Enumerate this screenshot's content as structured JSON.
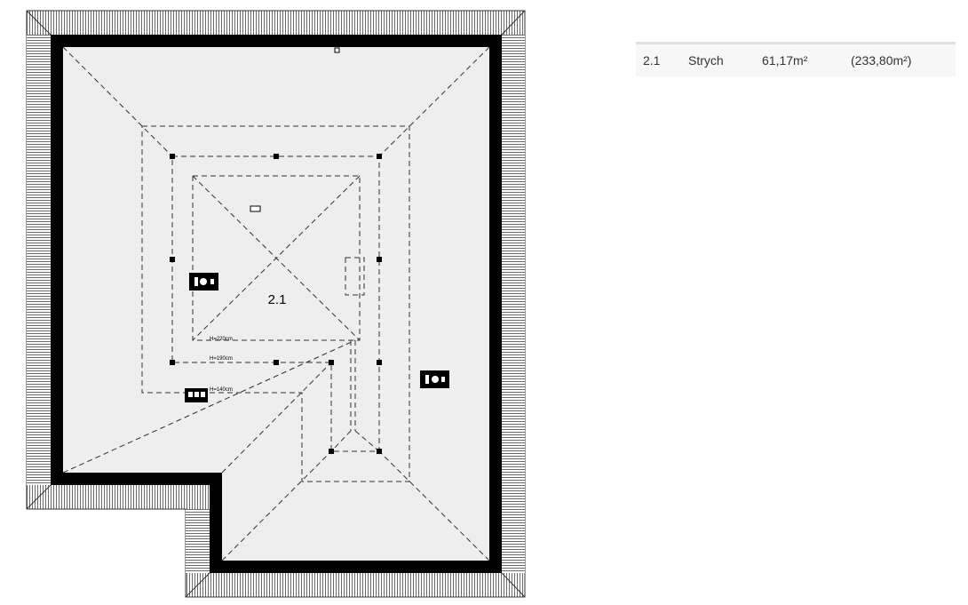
{
  "plan": {
    "room_number": "2.1",
    "heights": [
      "H=220cm",
      "H=190cm",
      "H=140cm"
    ]
  },
  "rooms": [
    {
      "number": "2.1",
      "name": "Strych",
      "area": "61,17m²",
      "total": "(233,80m²)"
    }
  ]
}
